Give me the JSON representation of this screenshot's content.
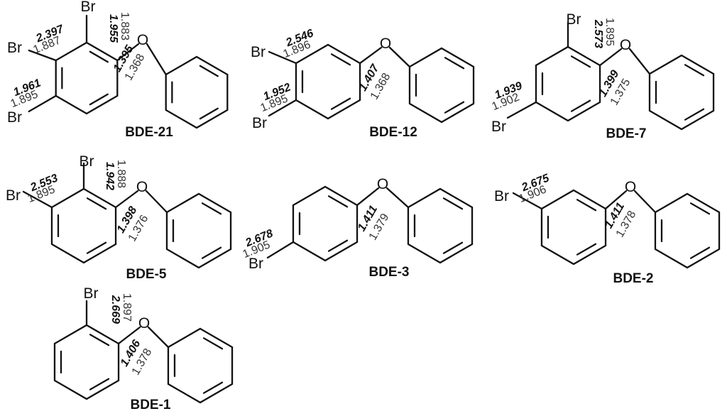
{
  "labels": {
    "bromine": "Br",
    "oxygen": "O"
  },
  "molecules": [
    {
      "id": "bde-21",
      "name": "BDE-21",
      "values": [
        {
          "bold": "2.397",
          "normal": "1.887"
        },
        {
          "bold": "1.955",
          "normal": "1.883"
        },
        {
          "bold": "1.961",
          "normal": "1.895"
        },
        {
          "bold": "1.395",
          "normal": "1.368"
        }
      ]
    },
    {
      "id": "bde-12",
      "name": "BDE-12",
      "values": [
        {
          "bold": "2.546",
          "normal": "1.896"
        },
        {
          "bold": "1.952",
          "normal": "1.895"
        },
        {
          "bold": "1.407",
          "normal": "1.368"
        }
      ]
    },
    {
      "id": "bde-7",
      "name": "BDE-7",
      "values": [
        {
          "bold": "2.573",
          "normal": "1.895"
        },
        {
          "bold": "1.939",
          "normal": "1.902"
        },
        {
          "bold": "1.399",
          "normal": "1.375"
        }
      ]
    },
    {
      "id": "bde-5",
      "name": "BDE-5",
      "values": [
        {
          "bold": "2.553",
          "normal": "1.895"
        },
        {
          "bold": "1.942",
          "normal": "1.888"
        },
        {
          "bold": "1.398",
          "normal": "1.376"
        }
      ]
    },
    {
      "id": "bde-3",
      "name": "BDE-3",
      "values": [
        {
          "bold": "2.678",
          "normal": "1.905"
        },
        {
          "bold": "1.411",
          "normal": "1.379"
        }
      ]
    },
    {
      "id": "bde-2",
      "name": "BDE-2",
      "values": [
        {
          "bold": "2.675",
          "normal": "1.906"
        },
        {
          "bold": "1.411",
          "normal": "1.378"
        }
      ]
    },
    {
      "id": "bde-1",
      "name": "BDE-1",
      "values": [
        {
          "bold": "2.669",
          "normal": "1.897"
        },
        {
          "bold": "1.406",
          "normal": "1.378"
        }
      ]
    }
  ]
}
